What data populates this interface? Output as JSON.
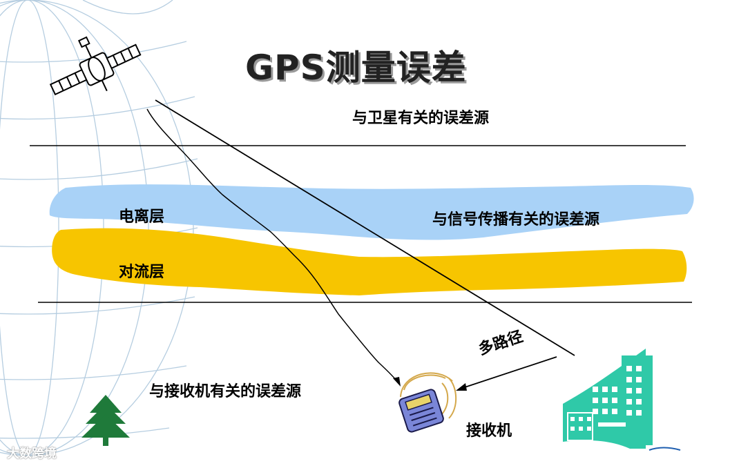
{
  "title": "GPS测量误差",
  "labels": {
    "satellite_errors": "与卫星有关的误差源",
    "ionosphere": "电离层",
    "troposphere": "对流层",
    "propagation_errors": "与信号传播有关的误差源",
    "multipath": "多路径",
    "receiver_errors": "与接收机有关的误差源",
    "receiver": "接收机"
  },
  "watermark": "大数跨境",
  "colors": {
    "ionosphere_band": "#a9d2f7",
    "troposphere_band": "#f7c500",
    "building": "#2fc9a8",
    "tree": "#1f7a3a",
    "receiver": "#7a86d8",
    "globe_lines": "#b5cde0"
  },
  "icons": [
    "satellite-icon",
    "building-icon",
    "tree-icon",
    "receiver-icon"
  ]
}
